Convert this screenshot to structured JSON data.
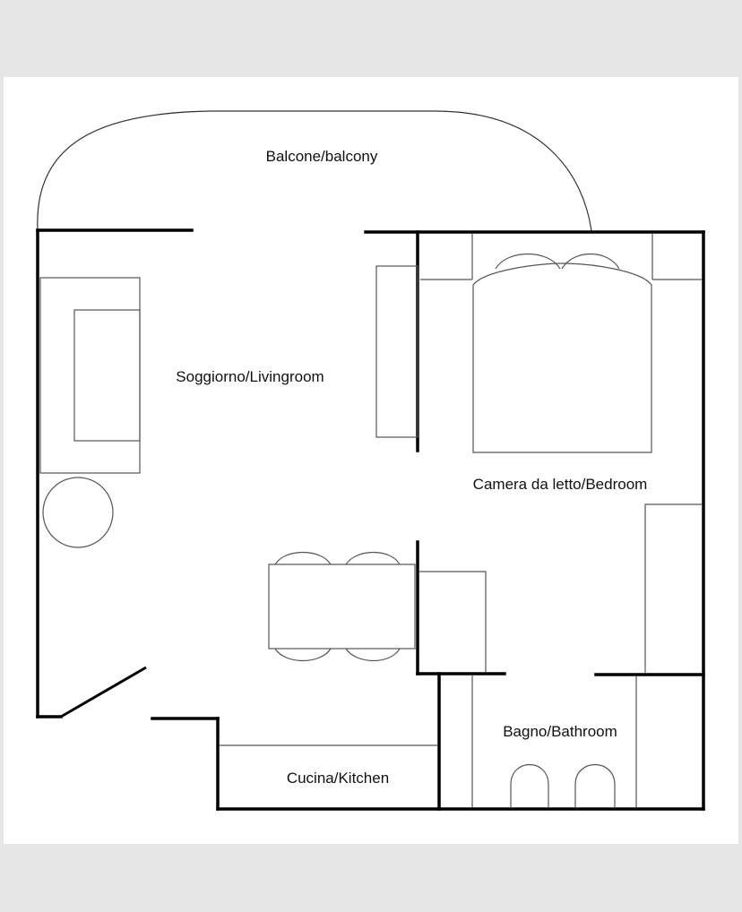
{
  "colors": {
    "page_background": "#e6e6e6",
    "sheet": "#ffffff",
    "wall": "#000000",
    "furniture": "#555555",
    "label_text": "#111111"
  },
  "rooms": {
    "balcony": "Balcone/balcony",
    "livingroom": "Soggiorno/Livingroom",
    "bedroom": "Camera da letto/Bedroom",
    "bathroom": "Bagno/Bathroom",
    "kitchen": "Cucina/Kitchen"
  }
}
